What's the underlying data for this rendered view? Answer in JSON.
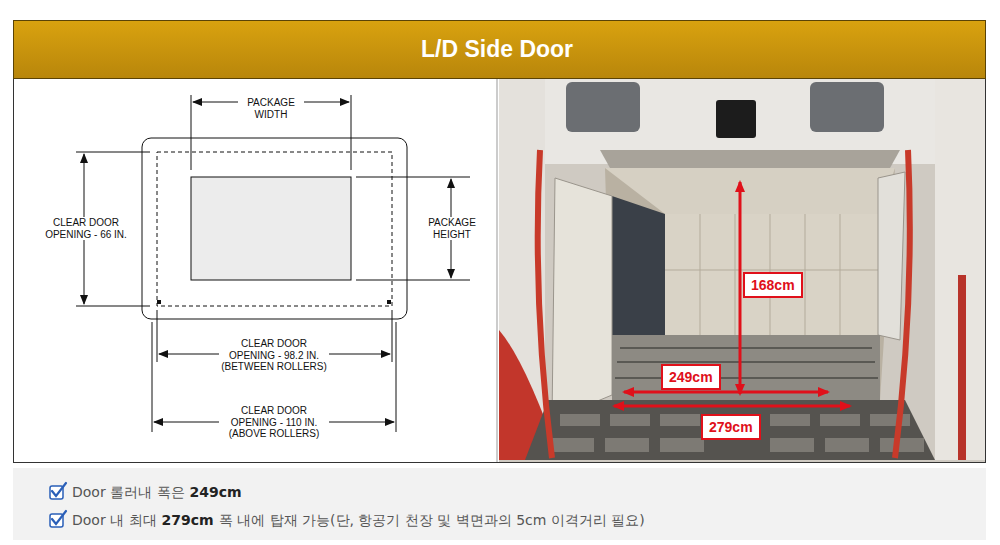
{
  "diagram": {
    "title": "L/D Side Door",
    "nodes": [
      {
        "text": [
          "168cm"
        ]
      },
      {
        "text": [
          "249cm"
        ]
      },
      {
        "text": [
          "279cm"
        ]
      }
    ],
    "labels": [
      "PACKAGE WIDTH",
      "CLEAR DOOR OPENING - 66 IN.",
      "PACKAGE HEIGHT",
      "CLEAR DOOR OPENING - 98.2 IN. (BETWEEN ROLLERS)",
      "CLEAR DOOR OPENING - 110 IN. (ABOVE ROLLERS)",
      "Door 롤러내 폭은",
      "249cm",
      "Door 내 최대",
      "279cm",
      "폭 내에 탑재 가능(단, 항공기 천장 및 벽면과의 5cm 이격거리 필요)"
    ]
  }
}
